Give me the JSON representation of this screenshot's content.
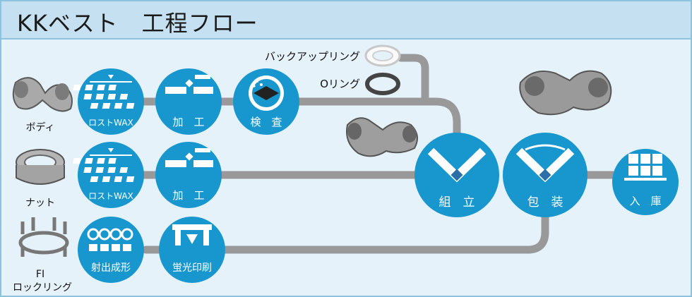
{
  "title": "KKベスト　工程フロー",
  "parts": {
    "body": "ボディ",
    "nut": "ナット",
    "fi_line1": "FI",
    "fi_line2": "ロックリング",
    "backup_ring": "バックアップリング",
    "o_ring": "Oリング"
  },
  "steps": {
    "lost_wax_1": "ロストWAX",
    "machining_1": "加　工",
    "inspection": "検　査",
    "lost_wax_2": "ロストWAX",
    "machining_2": "加　工",
    "injection": "射出成形",
    "printing": "蛍光印刷",
    "assembly": "組　立",
    "packing": "包　装",
    "storage": "入　庫"
  },
  "colors": {
    "circle": "#1897cf",
    "pipe": "#999999",
    "background": "#e6f2fa",
    "header": "#c5e0f0"
  }
}
